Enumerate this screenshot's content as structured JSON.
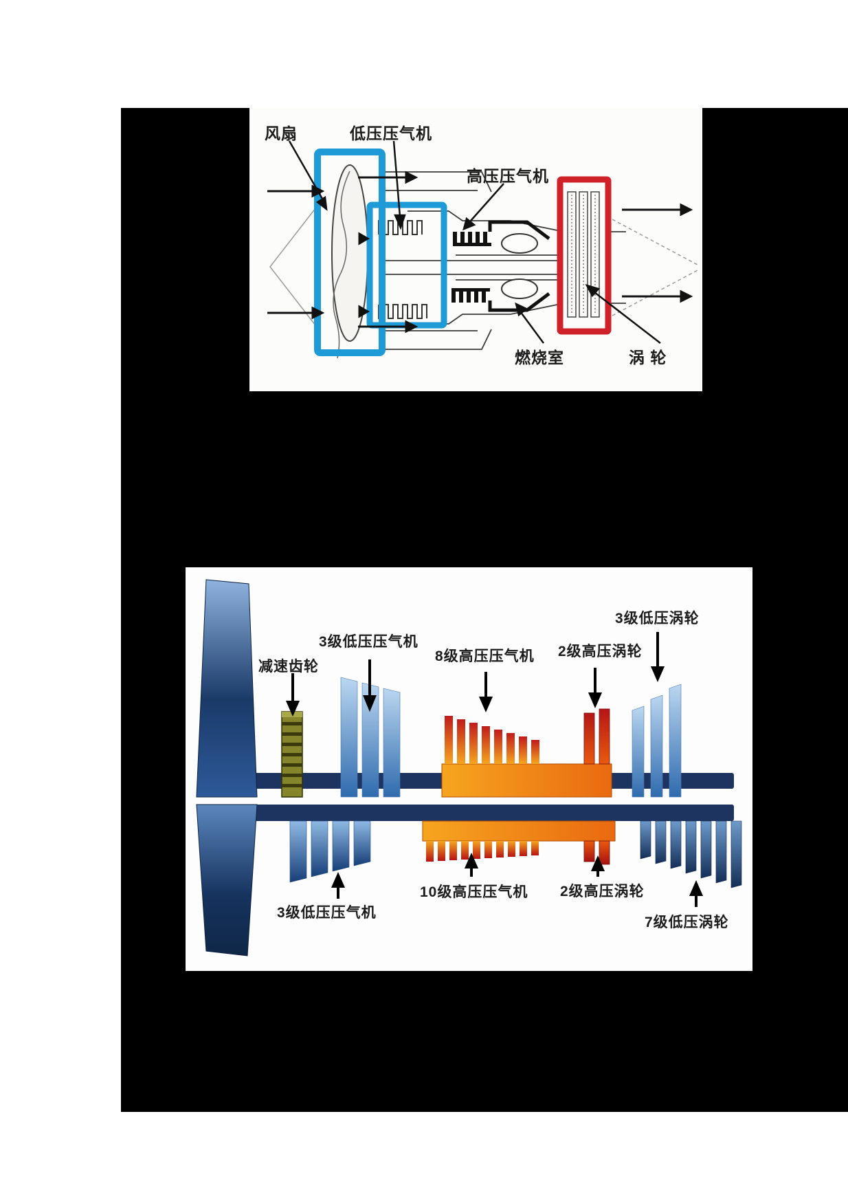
{
  "page": {
    "background_color": "#000000",
    "page_color": "#ffffff"
  },
  "top_diagram": {
    "description": "turbofan-cross-section-line-drawing",
    "labels": {
      "fan": "风扇",
      "lp_compressor": "低压压气机",
      "hp_compressor": "高压压气机",
      "combustor": "燃烧室",
      "turbine": "涡 轮"
    },
    "highlight_colors": {
      "blue_box": "#1E9AD6",
      "red_box": "#CE2128"
    }
  },
  "bottom_diagram": {
    "description": "geared-vs-conventional-turbofan-spool-comparison",
    "top_engine_labels": {
      "reduction_gear": "减速齿轮",
      "lp_compressor": "3级低压压气机",
      "hp_compressor": "8级高压压气机",
      "hp_turbine": "2级高压涡轮",
      "lp_turbine": "3级低压涡轮"
    },
    "bottom_engine_labels": {
      "lp_compressor": "3级低压压气机",
      "hp_compressor": "10级高压压气机",
      "hp_turbine": "2级高压涡轮",
      "lp_turbine": "7级低压涡轮"
    },
    "colors": {
      "fan_navy": "#1A3A68",
      "compressor_light_blue": "#9FC6E8",
      "hot_section_orange": "#F59A1C",
      "hot_section_red": "#C21B1B",
      "shaft_navy": "#1D3461",
      "gear_olive": "#85852B"
    }
  }
}
